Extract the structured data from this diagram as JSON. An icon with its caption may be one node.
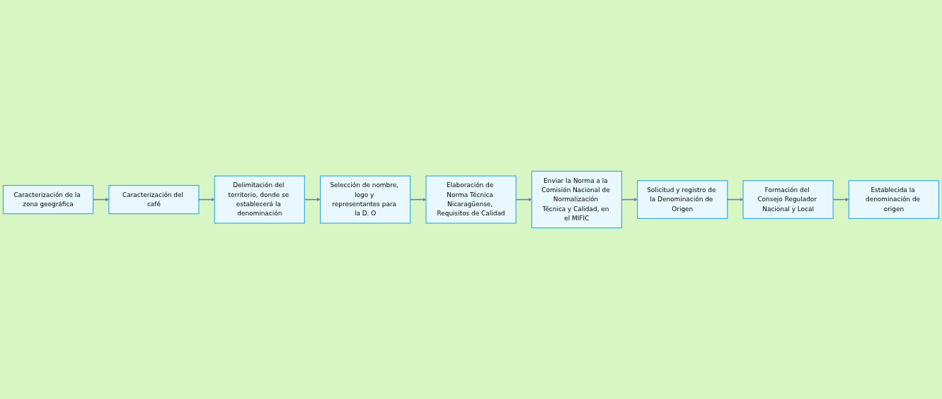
{
  "diagram": {
    "nodes": [
      {
        "text": [
          "Caracterización de la zona geográfica"
        ]
      },
      {
        "text": [
          "Caracterización del café"
        ]
      },
      {
        "text": [
          "Delimitación del territorio, donde se establecerá la denominación"
        ]
      },
      {
        "text": [
          "Enviar la Norma a la Comisión Nacional de Normalización Técnica y Calidad, en el MIFIC"
        ]
      },
      {
        "text": [
          "Elaboración de Norma Técnica Nicaragüense, Requisitos de Calidad"
        ]
      },
      {
        "text": [
          "Selección de nombre, logo y representantes para la D. O"
        ]
      },
      {
        "text": [
          "Solicitud y registro de la Denominación de Origen"
        ]
      },
      {
        "text": [
          "Formación del Consejo Regulador Nacional y Local"
        ]
      },
      {
        "text": [
          "Establecida la denominación de origen"
        ]
      }
    ],
    "edges": [
      {
        "from": 0,
        "to": 1,
        "arrow": "to"
      },
      {
        "from": 1,
        "to": 2,
        "arrow": "to"
      },
      {
        "from": 2,
        "to": 5,
        "arrow": "to"
      },
      {
        "from": 5,
        "to": 4,
        "arrow": "to"
      },
      {
        "from": 4,
        "to": 3,
        "arrow": "to"
      },
      {
        "from": 3,
        "to": 6,
        "arrow": "to"
      },
      {
        "from": 6,
        "to": 7,
        "arrow": "to"
      },
      {
        "from": 7,
        "to": 8,
        "arrow": "to"
      }
    ]
  }
}
